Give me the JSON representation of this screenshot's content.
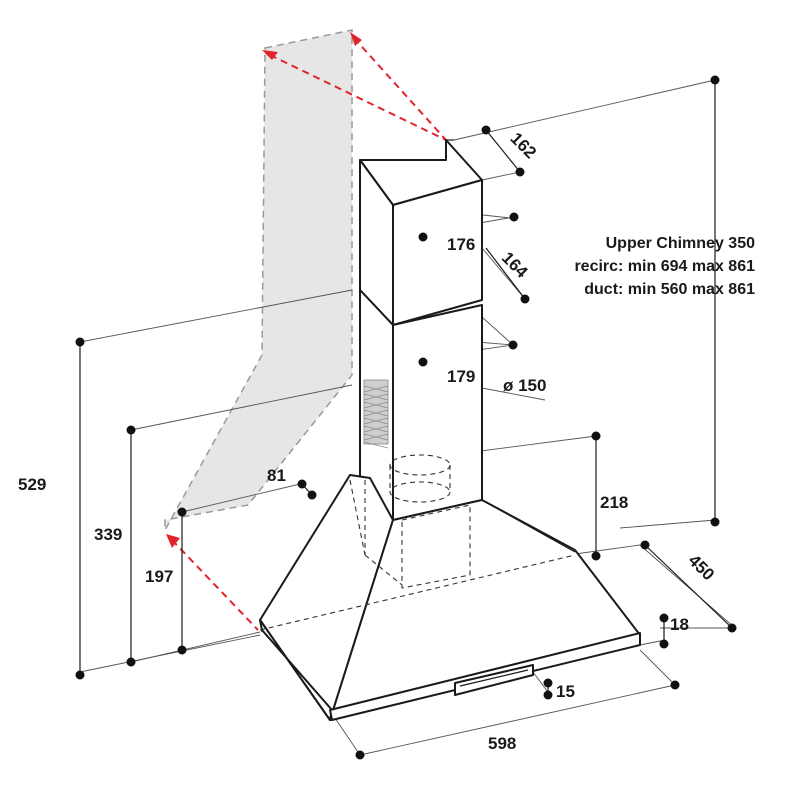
{
  "dimensions": {
    "upper_width": "162",
    "upper_depth": "176",
    "middle_width": "164",
    "lower_depth": "179",
    "duct_diameter": "ø 150",
    "wall_offset": "81",
    "outlet_height": "218",
    "hood_depth": "450",
    "edge_height": "18",
    "control_height": "15",
    "hood_width": "598",
    "total_height": "529",
    "lower_chimney_height": "339",
    "hood_height": "197"
  },
  "notes": {
    "line1": "Upper Chimney 350",
    "line2": "recirc: min 694 max 861",
    "line3": "duct: min 560 max 861"
  },
  "colors": {
    "arrow": "#e0242a",
    "wall": "#e6e6e6",
    "outline": "#1a1a1a"
  }
}
